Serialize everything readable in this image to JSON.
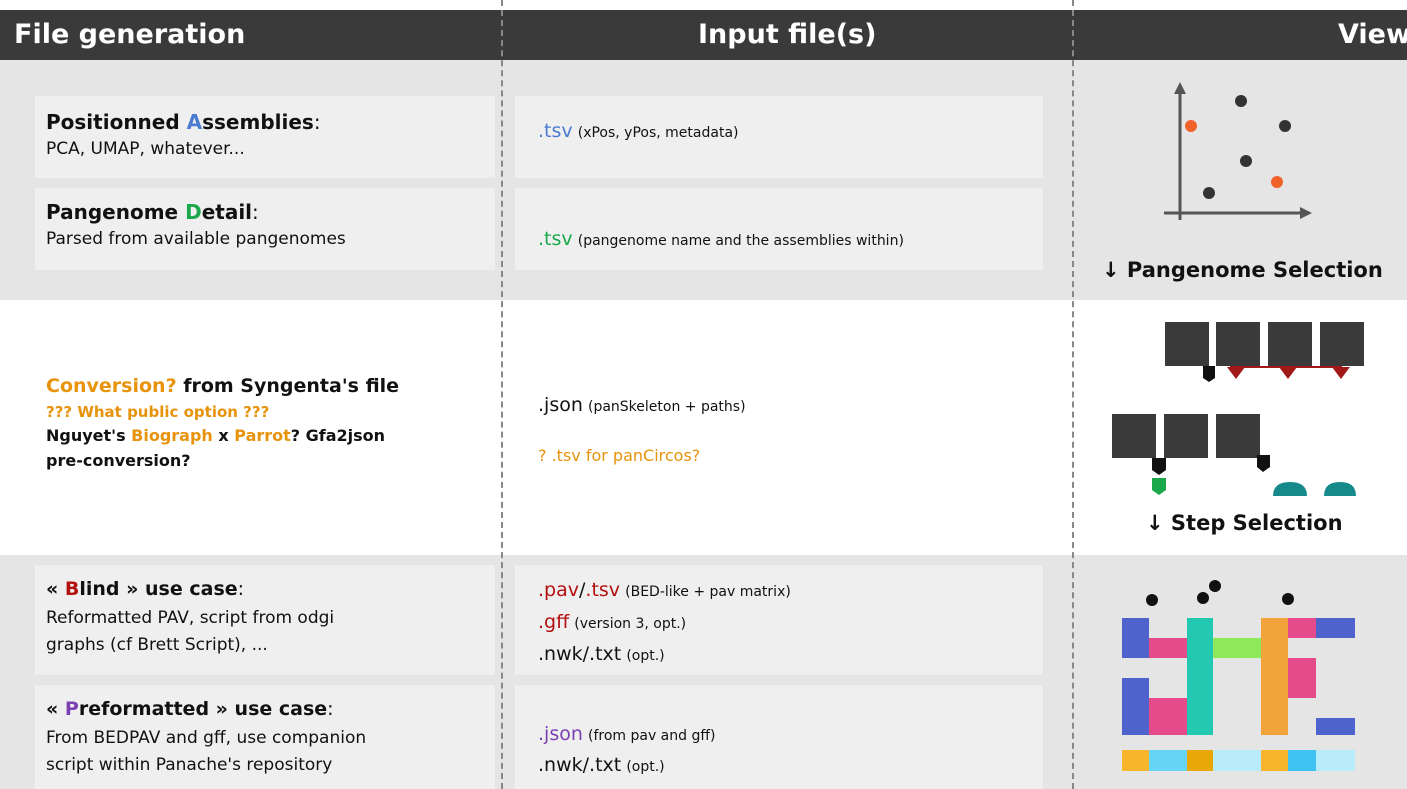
{
  "colors": {
    "blue": "#4a7bd0",
    "green": "#1aa84a",
    "orange": "#e8930c",
    "red": "#b30f0f",
    "purple": "#7a3fb0",
    "header": "#3a3a3a",
    "band": "#e5e5e5",
    "card": "#efefef"
  },
  "header": {
    "col1": "File generation",
    "col2": "Input file(s)",
    "col3": "View"
  },
  "row1": {
    "card1": {
      "title_a": "Positionned ",
      "title_b": "A",
      "title_c": "ssemblies",
      "title_d": ":",
      "desc": "PCA, UMAP, whatever..."
    },
    "card2": {
      "title_a": "Pangenome ",
      "title_b": "D",
      "title_c": "etail",
      "title_d": ":",
      "desc": "Parsed from available pangenomes"
    },
    "input1": {
      "ext": ".tsv",
      "note": "(xPos, yPos, metadata)"
    },
    "input2": {
      "ext": ".tsv",
      "note": "(pangenome name and the assemblies within)"
    },
    "view_label": "↓ Pangenome Selection"
  },
  "row2": {
    "line1_a": "Conversion?",
    "line1_b": " from Syngenta's file",
    "line2": "??? What public option ???",
    "line3_a": "Nguyet's ",
    "line3_b": "Biograph",
    "line3_c": " x ",
    "line3_d": "Parrot",
    "line3_e": "? Gfa2json",
    "line4": "pre-conversion?",
    "input1": {
      "ext": ".json",
      "note": "(panSkeleton + paths)"
    },
    "input2": "? .tsv for panCircos?",
    "view_label": "↓ Step Selection"
  },
  "row3": {
    "card1": {
      "title_a": "« ",
      "title_b": "B",
      "title_c": "lind » use case",
      "title_d": ":",
      "desc1": "Reformatted PAV, script from odgi",
      "desc2": "graphs (cf Brett Script), ..."
    },
    "card2": {
      "title_a": "« ",
      "title_b": "P",
      "title_c": "reformatted » use case",
      "title_d": ":",
      "desc1": "From BEDPAV and gff, use companion",
      "desc2": "script within Panache's repository"
    },
    "input1": {
      "ext_a": ".pav",
      "ext_b": "/",
      "ext_c": ".tsv",
      "note": "(BED-like + pav matrix)"
    },
    "input2": {
      "ext": ".gff",
      "note": "(version 3, opt.)"
    },
    "input3": {
      "ext": ".nwk/.txt",
      "note": "(opt.)"
    },
    "input4": {
      "ext": ".json",
      "note": "(from pav and gff)"
    },
    "input5": {
      "ext": ".nwk/.txt",
      "note": "(opt.)"
    }
  }
}
